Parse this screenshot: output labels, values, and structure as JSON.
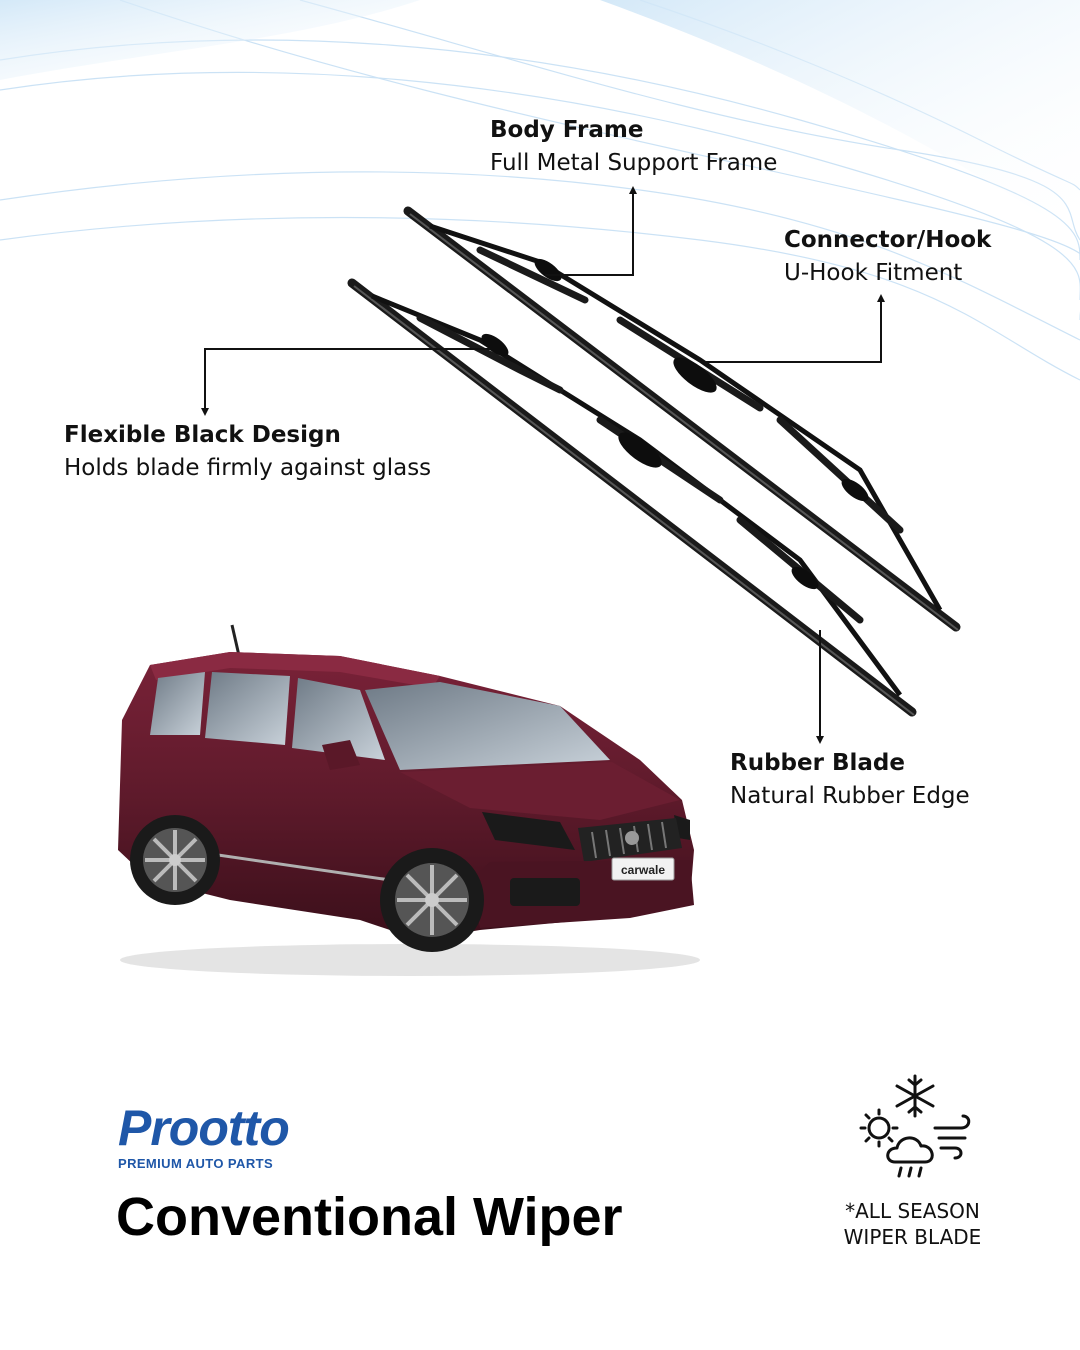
{
  "callouts": {
    "body_frame": {
      "title": "Body Frame",
      "subtitle": "Full Metal Support Frame"
    },
    "connector": {
      "title": "Connector/Hook",
      "subtitle": "U-Hook Fitment"
    },
    "flexible": {
      "title": "Flexible Black Design",
      "subtitle": "Holds blade firmly against glass"
    },
    "rubber": {
      "title": "Rubber Blade",
      "subtitle": "Natural Rubber Edge"
    }
  },
  "car": {
    "plate": "carwale",
    "color": "#5e1a2b"
  },
  "brand": {
    "name": "Prootto",
    "tagline": "PREMIUM AUTO PARTS",
    "color": "#1f57a8"
  },
  "product_title": "Conventional Wiper",
  "season": {
    "line1": "*ALL SEASON",
    "line2": "WIPER BLADE",
    "icon": "weather-icon"
  }
}
